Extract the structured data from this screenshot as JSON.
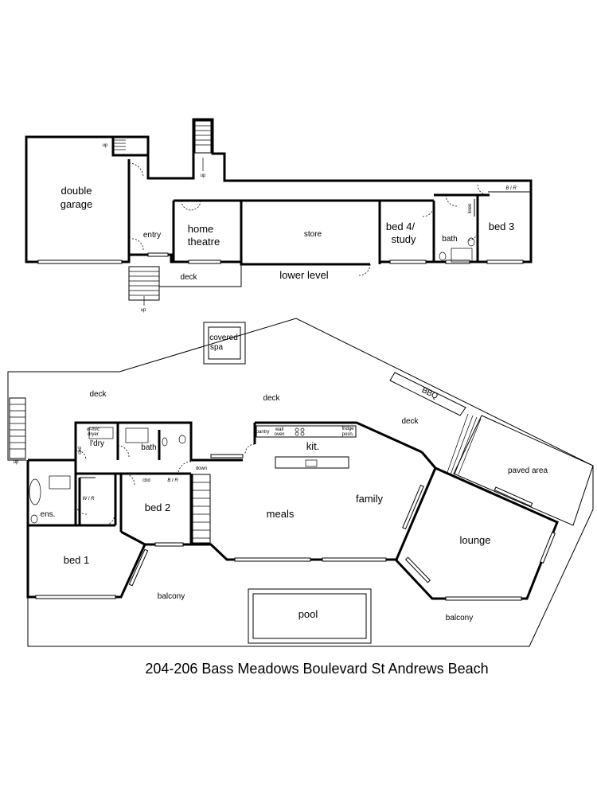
{
  "lower_level": {
    "title": "lower level",
    "rooms": {
      "double_garage_l1": "double",
      "double_garage_l2": "garage",
      "entry": "entry",
      "home_theatre_l1": "home",
      "home_theatre_l2": "theatre",
      "store": "store",
      "bed4_l1": "bed 4/",
      "bed4_l2": "study",
      "bath": "bath",
      "bed3": "bed 3",
      "deck": "deck",
      "bir": "B I R",
      "linen": "linen"
    },
    "stairs": [
      "up",
      "up",
      "up"
    ]
  },
  "upper_level": {
    "rooms": {
      "covered_spa_l1": "covered",
      "covered_spa_l2": "spa",
      "deck_left": "deck",
      "deck_center": "deck",
      "deck_right": "deck",
      "bbq": "BBQ",
      "paved_area": "paved area",
      "ldry": "l'dry",
      "bath": "bath",
      "kit": "kit.",
      "pantry": "pantry",
      "wall_oven_l1": "wall",
      "wall_oven_l2": "oven",
      "fridge_l1": "fridge",
      "fridge_l2": "posn.",
      "family": "family",
      "meals": "meals",
      "bed2": "bed 2",
      "bed1": "bed 1",
      "ens": "ens.",
      "wir": "W I R",
      "cbd": "cbd",
      "cbd2": "cbd",
      "bir": "B I R",
      "lounge": "lounge",
      "balcony_left": "balcony",
      "balcony_right": "balcony",
      "pool": "pool",
      "down": "down",
      "up": "up",
      "wm_l1": "w-m/c",
      "wm_l2": "dryer"
    }
  },
  "caption": "204-206 Bass Meadows Boulevard St Andrews Beach"
}
